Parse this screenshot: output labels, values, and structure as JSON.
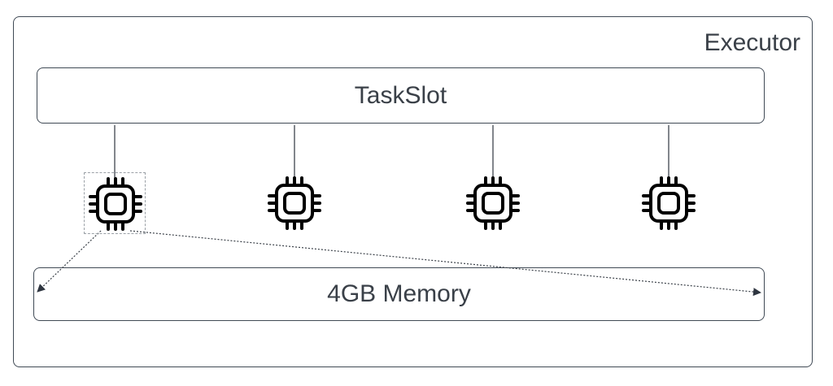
{
  "executor": {
    "label": "Executor"
  },
  "taskslot": {
    "label": "TaskSlot"
  },
  "memory": {
    "label": "4GB Memory"
  },
  "cores": [
    {
      "icon": "cpu-chip-icon"
    },
    {
      "icon": "cpu-chip-icon"
    },
    {
      "icon": "cpu-chip-icon"
    },
    {
      "icon": "cpu-chip-icon"
    }
  ],
  "colors": {
    "border": "#404a55",
    "text": "#3a4048",
    "icon": "#000000"
  }
}
